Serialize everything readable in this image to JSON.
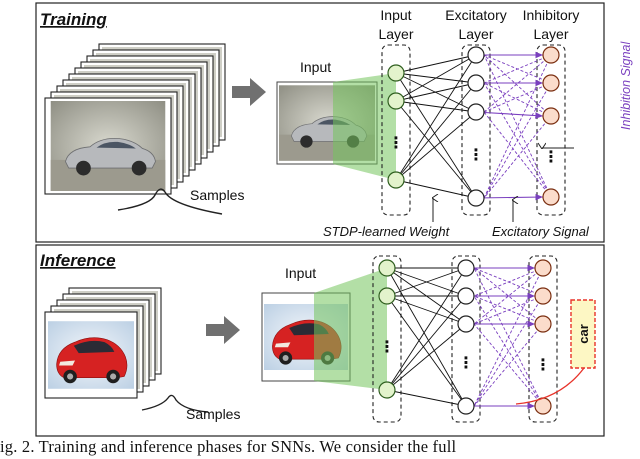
{
  "training": {
    "title": "Training",
    "samples_label": "Samples",
    "input_label": "Input",
    "input_layer": [
      "Input",
      "Layer"
    ],
    "excitatory_layer": [
      "Excitatory",
      "Layer"
    ],
    "inhibitory_layer": [
      "Inhibitory",
      "Layer"
    ],
    "inhibition_signal": "Inhibition Signal",
    "stdp_weight": "STDP-learned Weight",
    "excitatory_signal": "Excitatory Signal"
  },
  "inference": {
    "title": "Inference",
    "samples_label": "Samples",
    "input_label": "Input",
    "output_label": "car"
  },
  "ellipsis": "⋮",
  "caption": "ig. 2.   Training and inference phases for SNNs. We consider the full",
  "colors": {
    "node_fill": "#e3f3cc",
    "inhibitory_fill": "#fbdccb",
    "node_stroke": "#2e5e1e",
    "inhibitory_stroke": "#7a2e10",
    "purple": "#7a3fbf",
    "green_fan": "#74c45c",
    "output_border": "#e8332a",
    "output_fill": "#fdf7c4",
    "arrow_gray": "#707070"
  }
}
